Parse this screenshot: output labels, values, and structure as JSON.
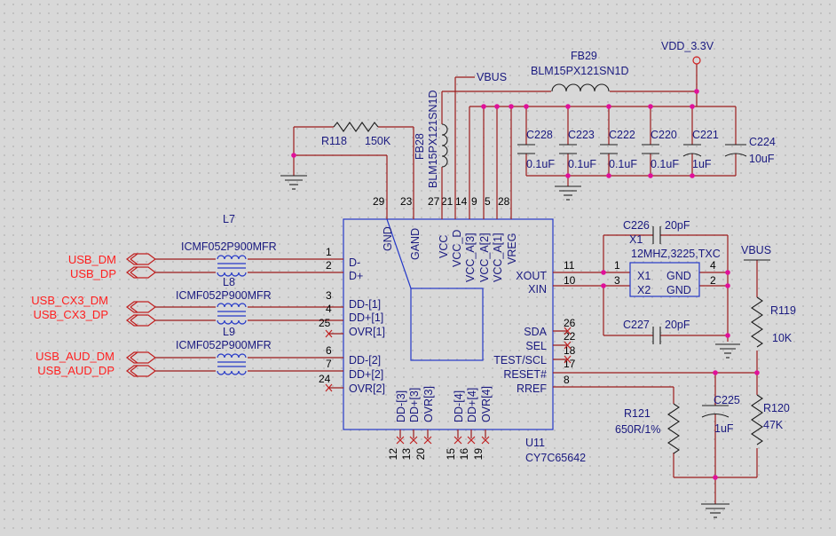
{
  "ic": {
    "ref": "U11",
    "part": "CY7C65642",
    "left_pins": [
      {
        "name": "D-",
        "num": "1"
      },
      {
        "name": "D+",
        "num": "2"
      },
      {
        "name": "DD-[1]",
        "num": "3"
      },
      {
        "name": "DD+[1]",
        "num": "4"
      },
      {
        "name": "OVR[1]",
        "num": "25"
      },
      {
        "name": "DD-[2]",
        "num": "6"
      },
      {
        "name": "DD+[2]",
        "num": "7"
      },
      {
        "name": "OVR[2]",
        "num": "24"
      }
    ],
    "top_pins": [
      {
        "name": "GND",
        "num": "29"
      },
      {
        "name": "GAND",
        "num": "23"
      },
      {
        "name": "VCC",
        "num": "27"
      },
      {
        "name": "VCC_D",
        "num": "21"
      },
      {
        "name": "VCC_A[3]",
        "num": "14"
      },
      {
        "name": "VCC_A[2]",
        "num": "9"
      },
      {
        "name": "VCC_A[1]",
        "num": "5"
      },
      {
        "name": "VREG",
        "num": "28"
      }
    ],
    "right_pins": [
      {
        "name": "XOUT",
        "num": "11"
      },
      {
        "name": "XIN",
        "num": "10"
      },
      {
        "name": "SDA",
        "num": "26"
      },
      {
        "name": "SEL",
        "num": "22"
      },
      {
        "name": "TEST/SCL",
        "num": "18"
      },
      {
        "name": "RESET#",
        "num": "17"
      },
      {
        "name": "RREF",
        "num": "8"
      }
    ],
    "bottom_pins": [
      {
        "name": "DD-[3]",
        "num": "12"
      },
      {
        "name": "DD+[3]",
        "num": "13"
      },
      {
        "name": "OVR[3]",
        "num": "20"
      },
      {
        "name": "DD-[4]",
        "num": "15"
      },
      {
        "name": "DD+[4]",
        "num": "16"
      },
      {
        "name": "OVR[4]",
        "num": "19"
      }
    ]
  },
  "nets": {
    "usb_dm": "USB_DM",
    "usb_dp": "USB_DP",
    "usb_cx3_dm": "USB_CX3_DM",
    "usb_cx3_dp": "USB_CX3_DP",
    "usb_aud_dm": "USB_AUD_DM",
    "usb_aud_dp": "USB_AUD_DP",
    "vbus_top": "VBUS",
    "vbus_right": "VBUS",
    "vdd": "VDD_3.3V"
  },
  "chokes": [
    {
      "ref": "L7",
      "part": "ICMF052P900MFR"
    },
    {
      "ref": "L8",
      "part": "ICMF052P900MFR"
    },
    {
      "ref": "L9",
      "part": "ICMF052P900MFR"
    }
  ],
  "ferrites": {
    "fb29": {
      "ref": "FB29",
      "part": "BLM15PX121SN1D"
    },
    "fb28": {
      "ref": "FB28",
      "part": "BLM15PX121SN1D"
    }
  },
  "resistors": {
    "r118": {
      "ref": "R118",
      "value": "150K"
    },
    "r119": {
      "ref": "R119",
      "value": "10K"
    },
    "r120": {
      "ref": "R120",
      "value": "47K"
    },
    "r121": {
      "ref": "R121",
      "value": "650R/1%"
    }
  },
  "capacitors": {
    "c228": {
      "ref": "C228",
      "value": "0.1uF"
    },
    "c223": {
      "ref": "C223",
      "value": "0.1uF"
    },
    "c222": {
      "ref": "C222",
      "value": "0.1uF"
    },
    "c220": {
      "ref": "C220",
      "value": "0.1uF"
    },
    "c221": {
      "ref": "C221",
      "value": "1uF"
    },
    "c224": {
      "ref": "C224",
      "value": "10uF"
    },
    "c226": {
      "ref": "C226",
      "value": "20pF"
    },
    "c227": {
      "ref": "C227",
      "value": "20pF"
    },
    "c225": {
      "ref": "C225",
      "value": "1uF"
    }
  },
  "crystal": {
    "ref": "X1",
    "part": "12MHZ,3225,TXC",
    "pin_x1": "X1",
    "pin_x2": "X2",
    "pin_gnd_a": "GND",
    "pin_gnd_b": "GND",
    "pn1": "1",
    "pn3": "3",
    "pn4": "4",
    "pn2": "2"
  },
  "colors": {
    "wire": "#9c1c1c",
    "body": "#2438c8",
    "text": "#1a1a80",
    "net_label": "#ff2020",
    "junction": "#e0109a"
  }
}
